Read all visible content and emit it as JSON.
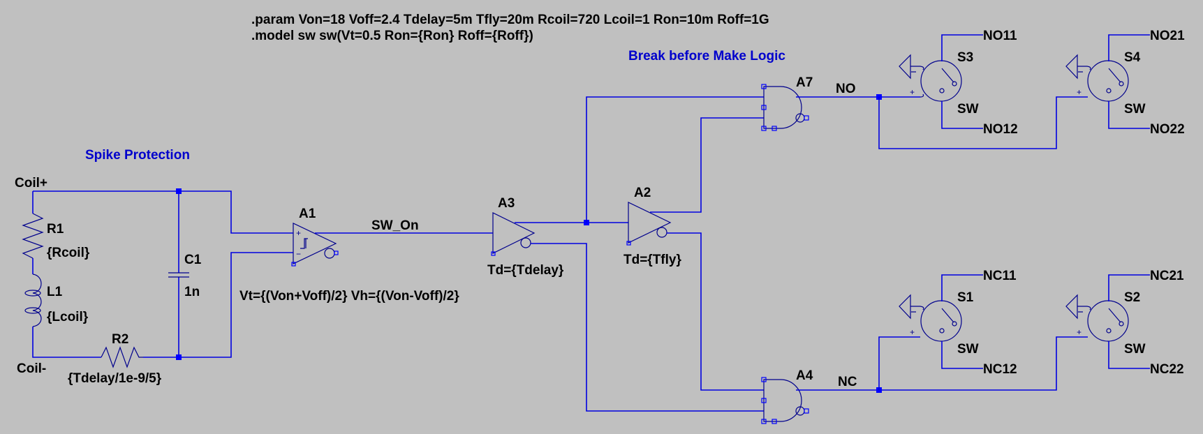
{
  "directives": {
    "param": ".param Von=18 Voff=2.4 Tdelay=5m Tfly=20m Rcoil=720 Lcoil=1 Ron=10m Roff=1G",
    "model": ".model sw sw(Vt=0.5 Ron={Ron} Roff={Roff})"
  },
  "comments": {
    "spike": "Spike Protection",
    "logic": "Break before Make Logic"
  },
  "nets": {
    "coil_pos": "Coil+",
    "coil_neg": "Coil-",
    "sw_on": "SW_On",
    "no": "NO",
    "nc": "NC",
    "no11": "NO11",
    "no12": "NO12",
    "no21": "NO21",
    "no22": "NO22",
    "nc11": "NC11",
    "nc12": "NC12",
    "nc21": "NC21",
    "nc22": "NC22"
  },
  "components": {
    "r1": {
      "name": "R1",
      "value": "{Rcoil}"
    },
    "l1": {
      "name": "L1",
      "value": "{Lcoil}"
    },
    "r2": {
      "name": "R2",
      "value": "{Tdelay/1e-9/5}"
    },
    "c1": {
      "name": "C1",
      "value": "1n"
    },
    "a1": {
      "name": "A1",
      "value": "Vt={(Von+Voff)/2} Vh={(Von-Voff)/2}"
    },
    "a3": {
      "name": "A3",
      "value": "Td={Tdelay}"
    },
    "a2": {
      "name": "A2",
      "value": "Td={Tfly}"
    },
    "a7": {
      "name": "A7"
    },
    "a4": {
      "name": "A4"
    },
    "s3": {
      "name": "S3",
      "model": "SW"
    },
    "s4": {
      "name": "S4",
      "model": "SW"
    },
    "s1": {
      "name": "S1",
      "model": "SW"
    },
    "s2": {
      "name": "S2",
      "model": "SW"
    }
  },
  "pin_marks": {
    "plus": "+",
    "minus": "−"
  }
}
